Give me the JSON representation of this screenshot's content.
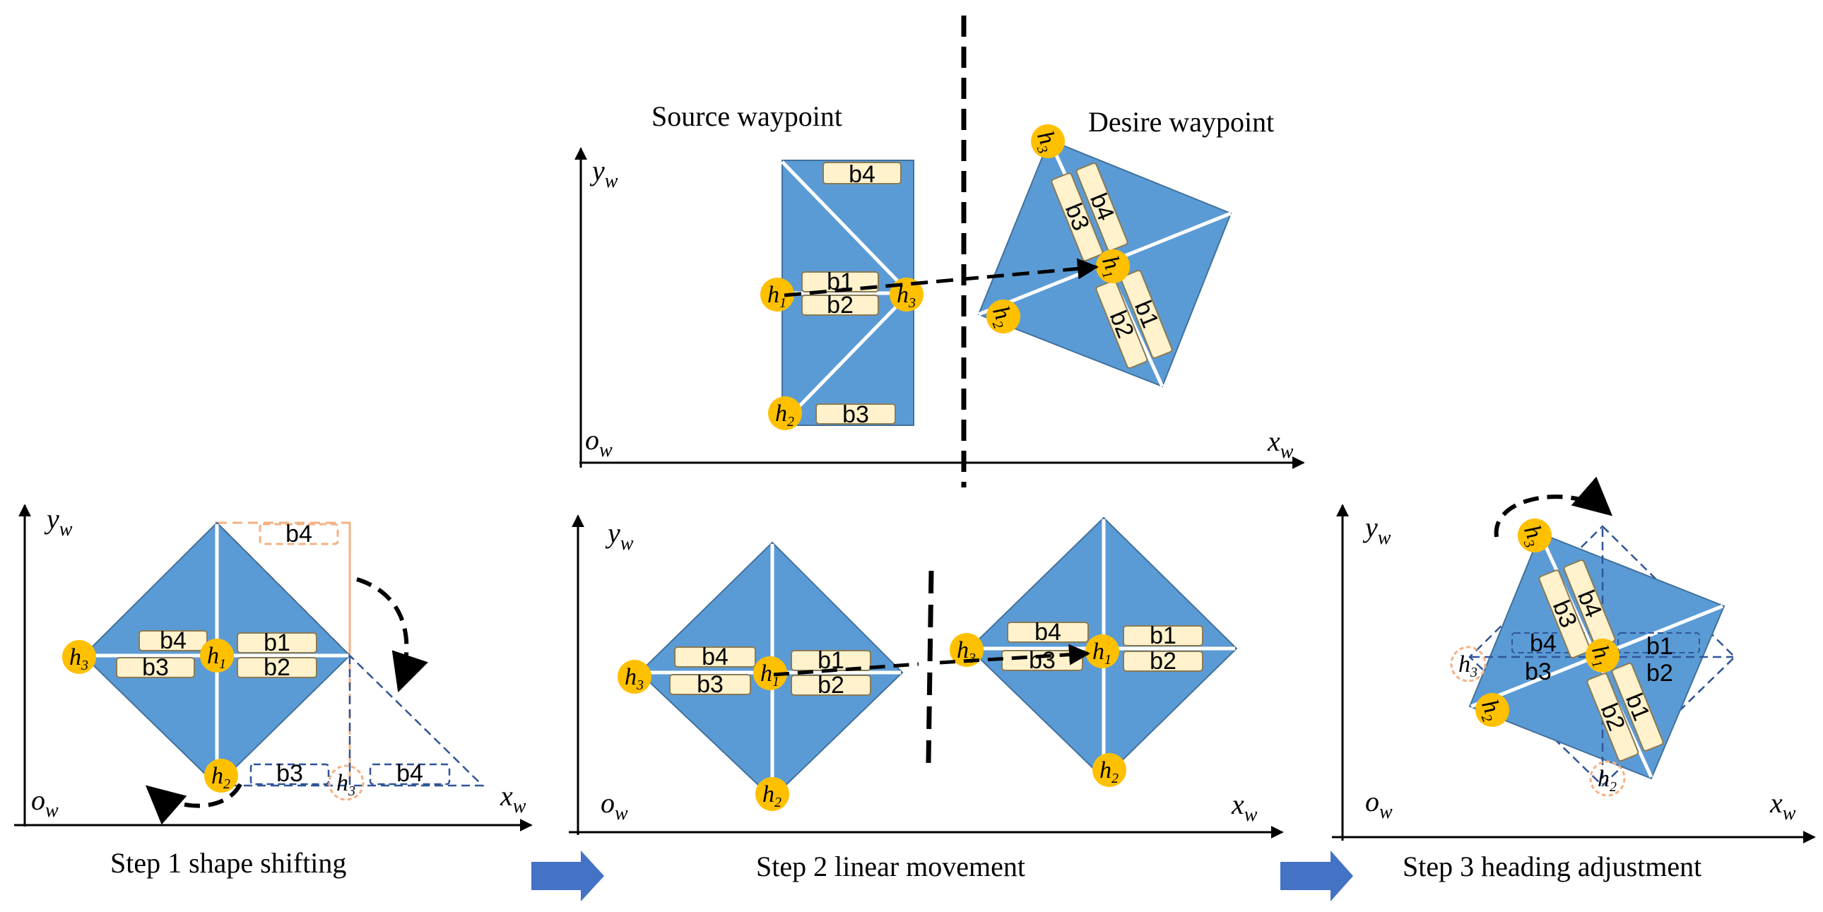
{
  "colors": {
    "panel_blue": "#5b9bd5",
    "panel_edge": "#41719c",
    "dash_blue": "#2f5597",
    "bar_fill": "#fff2cc",
    "bar_edge": "#8a7a55",
    "node_fill": "#ffc000",
    "node_dashed": "#f4b183",
    "arrow_blue": "#4472c4",
    "line_black": "#000000"
  },
  "axes": {
    "x": "x",
    "x_sub": "w",
    "y": "y",
    "y_sub": "w",
    "origin": "o",
    "origin_sub": "w"
  },
  "labels": {
    "source": "Source  waypoint",
    "desire": "Desire waypoint"
  },
  "steps": {
    "step1": "Step 1 shape shifting",
    "step2": "Step 2 linear movement",
    "step3": "Step 3  heading adjustment"
  },
  "bars": [
    "b1",
    "b2",
    "b3",
    "b4"
  ],
  "nodes": {
    "h": "h",
    "h1_sub": "1",
    "h2_sub": "2",
    "h3_sub": "3"
  },
  "icons": {
    "step_arrow": "right-arrow-icon",
    "rotate_arrow": "curved-dashed-arrow-icon"
  }
}
